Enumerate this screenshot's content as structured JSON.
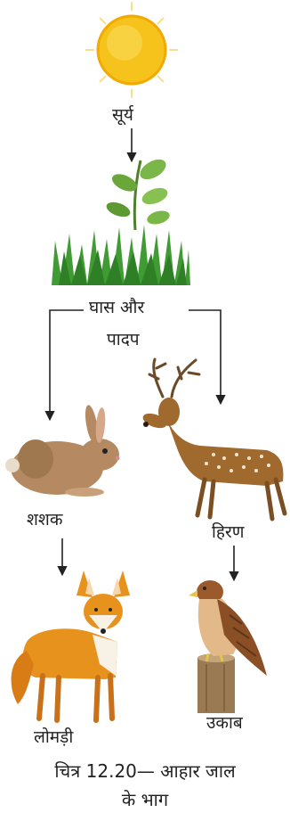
{
  "labels": {
    "sun": "सूर्य",
    "grass_line1": "घास और",
    "grass_line2": "पादप",
    "rabbit": "शशक",
    "deer": "हिरण",
    "fox": "लोमड़ी",
    "eagle": "उकाब"
  },
  "caption": {
    "line1": "चित्र 12.20— आहार जाल",
    "line2": "के भाग"
  },
  "colors": {
    "sun": "#f6c21c",
    "grass": "#3f9b32",
    "rabbit": "#b58a62",
    "deer": "#a0692e",
    "fox": "#e8921e",
    "eagle": "#9a5a2c"
  }
}
